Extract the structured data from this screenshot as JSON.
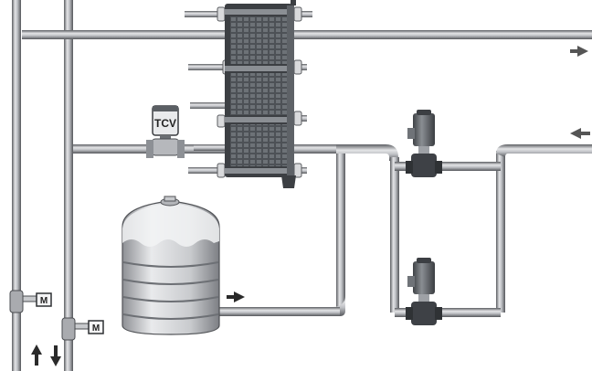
{
  "labels": {
    "tcv": "TCV",
    "motor_valve_1": "M",
    "motor_valve_2": "M"
  },
  "colors": {
    "pipe": "#c4c6ca",
    "pipe_edge": "#4a4c50",
    "heat_exchanger_plates": "#55595e",
    "heat_exchanger_frame": "#3c3f43",
    "pump_motor": "#5b5f64",
    "tank_body": "#cfd1d4",
    "flow_arrow": "#2a2a2a",
    "flow_arrow_right": "#555555"
  },
  "icons": {
    "flow_out_arrow": "arrow-right",
    "flow_in_arrow": "arrow-left",
    "tank_outlet_arrow": "arrow-right",
    "riser_up_arrow": "arrow-up",
    "riser_down_arrow": "arrow-down"
  }
}
